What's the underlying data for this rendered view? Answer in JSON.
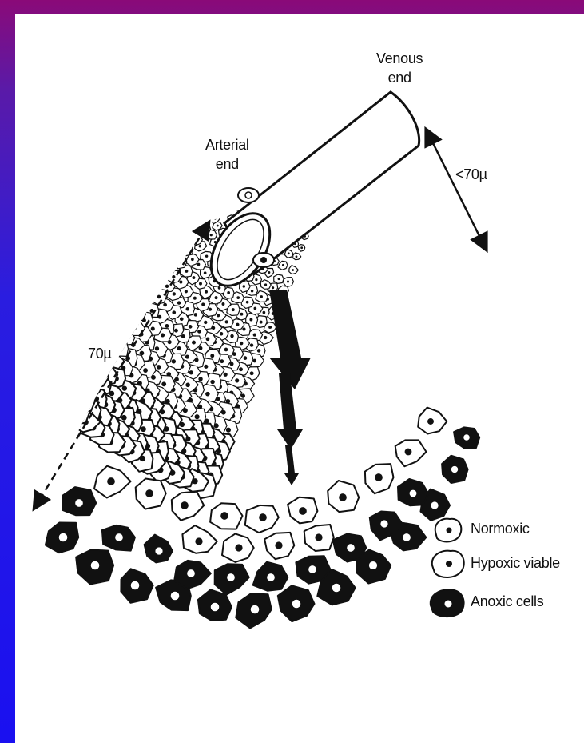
{
  "labels": {
    "venous": "Venous\nend",
    "arterial": "Arterial\nend",
    "distance_right": "<70µ",
    "distance_left": "70µ"
  },
  "legend": [
    {
      "label": "Normoxic",
      "icon": "normoxic-cell-icon"
    },
    {
      "label": "Hypoxic viable",
      "icon": "hypoxic-cell-icon"
    },
    {
      "label": "Anoxic cells",
      "icon": "anoxic-cell-icon"
    }
  ],
  "colors": {
    "border_top": "#8a0a78",
    "border_bottom": "#1a10f0",
    "ink": "#111111",
    "paper": "#ffffff"
  }
}
